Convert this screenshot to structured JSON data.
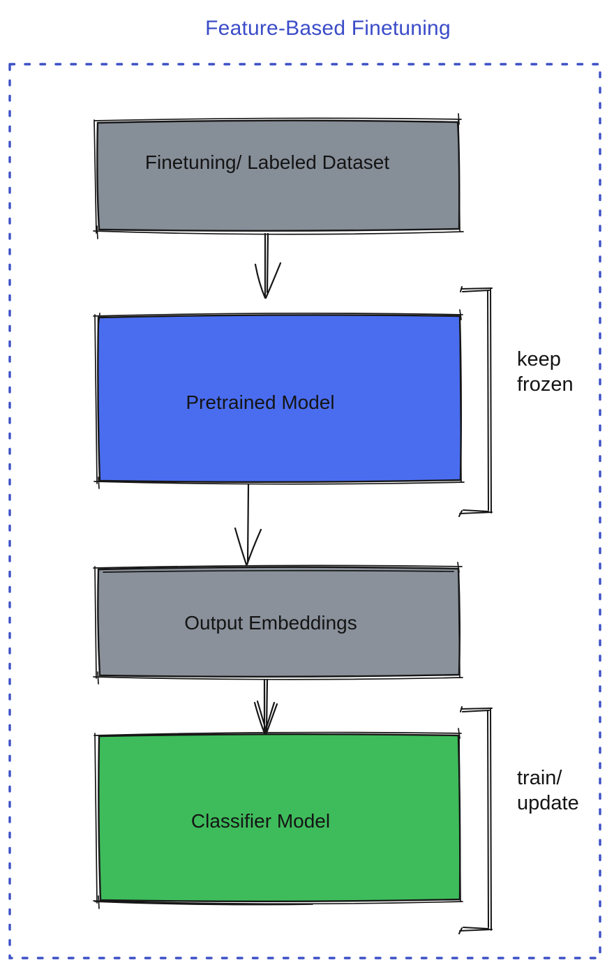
{
  "title": {
    "text": "Feature-Based Finetuning",
    "color": "#3b4cc8"
  },
  "frame": {
    "border_color": "#3c50c6",
    "border_style": "dotted"
  },
  "diagram": {
    "stroke_color": "#161616",
    "nodes": [
      {
        "id": "finetuning-dataset",
        "label": "Finetuning/ Labeled Dataset",
        "fill": "#868e98",
        "text_color": "#141414"
      },
      {
        "id": "pretrained-model",
        "label": "Pretrained Model",
        "fill": "#4a6df0",
        "text_color": "#141414"
      },
      {
        "id": "output-embeddings",
        "label": "Output Embeddings",
        "fill": "#8a919b",
        "text_color": "#141414"
      },
      {
        "id": "classifier-model",
        "label": "Classifier Model",
        "fill": "#3ebc5b",
        "text_color": "#141414"
      }
    ],
    "connections": [
      {
        "from": "finetuning-dataset",
        "to": "pretrained-model"
      },
      {
        "from": "pretrained-model",
        "to": "output-embeddings"
      },
      {
        "from": "output-embeddings",
        "to": "classifier-model"
      }
    ],
    "annotations": [
      {
        "target": "pretrained-model",
        "text": "keep frozen"
      },
      {
        "target": "classifier-model",
        "text": "train/ update"
      }
    ]
  }
}
